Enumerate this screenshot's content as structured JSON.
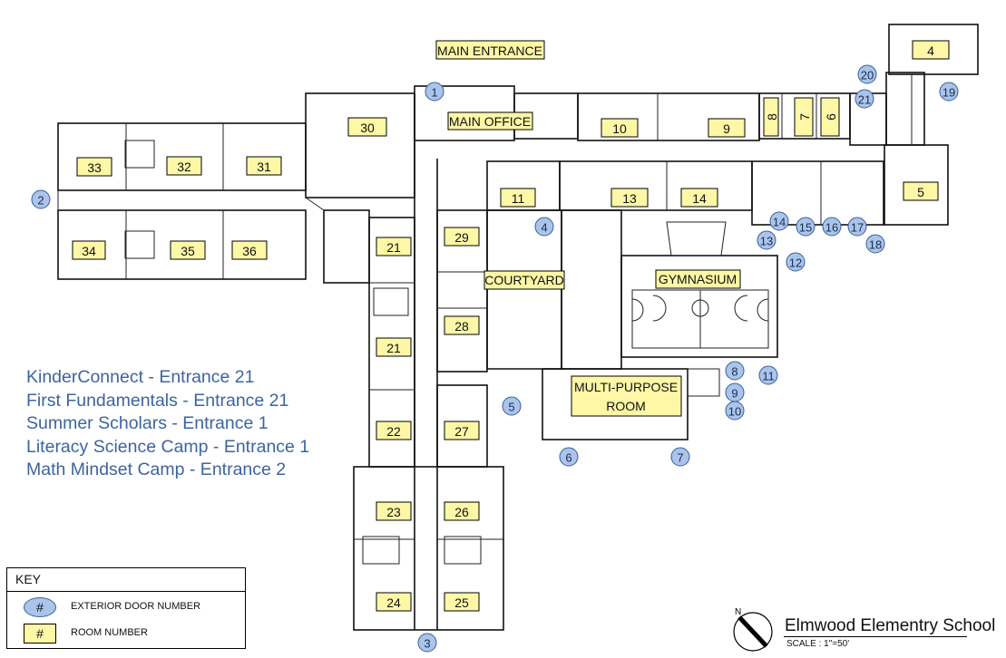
{
  "labels": {
    "main_entrance": "MAIN ENTRANCE",
    "main_office": "MAIN OFFICE",
    "courtyard": "COURTYARD",
    "gymnasium": "GYMNASIUM",
    "multipurpose_line1": "MULTI-PURPOSE",
    "multipurpose_line2": "ROOM"
  },
  "rooms": [
    "4",
    "30",
    "10",
    "9",
    "8",
    "7",
    "6",
    "33",
    "32",
    "31",
    "11",
    "13",
    "14",
    "5",
    "34",
    "35",
    "36",
    "21",
    "29",
    "28",
    "21",
    "22",
    "27",
    "23",
    "26",
    "24",
    "25"
  ],
  "doors": [
    "1",
    "20",
    "21",
    "19",
    "2",
    "4",
    "14",
    "15",
    "16",
    "17",
    "13",
    "18",
    "12",
    "8",
    "11",
    "9",
    "10",
    "5",
    "6",
    "7",
    "3"
  ],
  "programs": [
    "KinderConnect - Entrance 21",
    "First Fundamentals - Entrance 21",
    "Summer Scholars - Entrance 1",
    "Literacy Science Camp - Entrance 1",
    "Math Mindset Camp - Entrance 2"
  ],
  "key": {
    "title": "KEY",
    "door_symbol": "#",
    "door_label": "EXTERIOR DOOR NUMBER",
    "room_symbol": "#",
    "room_label": "ROOM NUMBER"
  },
  "school": {
    "name": "Elmwood Elementry School",
    "scale": "SCALE : 1\"=50'",
    "north": "N"
  },
  "colors": {
    "door_fill": "#aac4ea",
    "room_fill": "#fdf7a6",
    "program_text": "#3d64a0"
  }
}
